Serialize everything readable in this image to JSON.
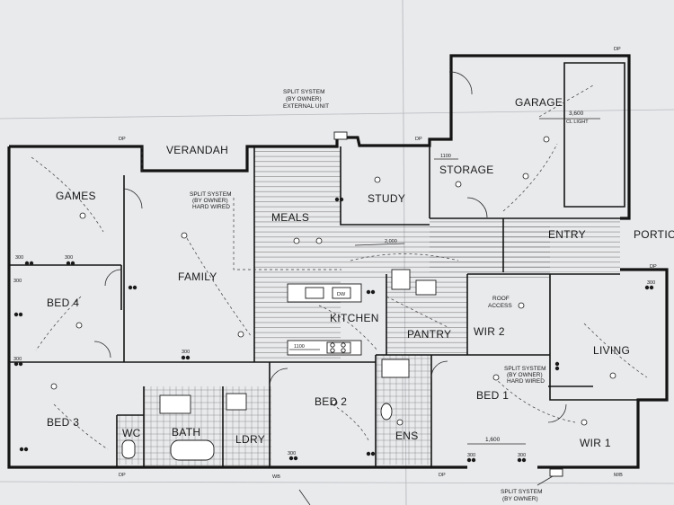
{
  "rooms": {
    "garage": "GARAGE",
    "storage": "STORAGE",
    "study": "STUDY",
    "meals": "MEALS",
    "verandah": "VERANDAH",
    "games": "GAMES",
    "family": "FAMILY",
    "bed4": "BED 4",
    "kitchen": "KITCHEN",
    "pantry": "PANTRY",
    "wir2": "WIR 2",
    "entry": "ENTRY",
    "portico": "PORTIC",
    "living": "LIVING",
    "bed1": "BED 1",
    "bed2": "BED 2",
    "bed3": "BED 3",
    "wc": "WC",
    "bath": "BATH",
    "ldry": "LDRY",
    "ens": "ENS",
    "wir1": "WIR 1"
  },
  "notes": {
    "split_external_1": "SPLIT SYSTEM",
    "split_external_2": "(BY OWNER)",
    "split_external_3": "EXTERNAL UNIT",
    "split_wired_1": "SPLIT SYSTEM",
    "split_wired_2": "(BY OWNER)",
    "split_wired_3": "HARD WIRED",
    "split_wired_b1": "SPLIT SYSTEM",
    "split_wired_b2": "(BY OWNER)",
    "split_wired_b3": "HARD WIRED",
    "split_bottom_1": "SPLIT SYSTEM",
    "split_bottom_2": "(BY OWNER)",
    "roof_access_1": "ROOF",
    "roof_access_2": "ACCESS",
    "garage_dim": "3,600",
    "cl_light": "CL LIGHT",
    "bed1_dim": "1,600",
    "meals_dim": "2,000",
    "kitchen_dim": "1100",
    "dim_1100": "1100",
    "dp_1": "DP",
    "dp_2": "DP",
    "dp_3": "DP",
    "dp_4": "DP",
    "dp_5": "DP",
    "dp_6": "DP",
    "mb": "M/B",
    "wb": "WB",
    "dw": "DW",
    "h300_a": "300",
    "h300_b": "300",
    "h300_c": "300",
    "h300_d": "300",
    "h300_e": "300",
    "h300_f": "300",
    "h300_g": "300",
    "h300_h": "300",
    "h300_i": "300"
  },
  "colors": {
    "paper": "#e9eaec",
    "ink": "#141414"
  }
}
